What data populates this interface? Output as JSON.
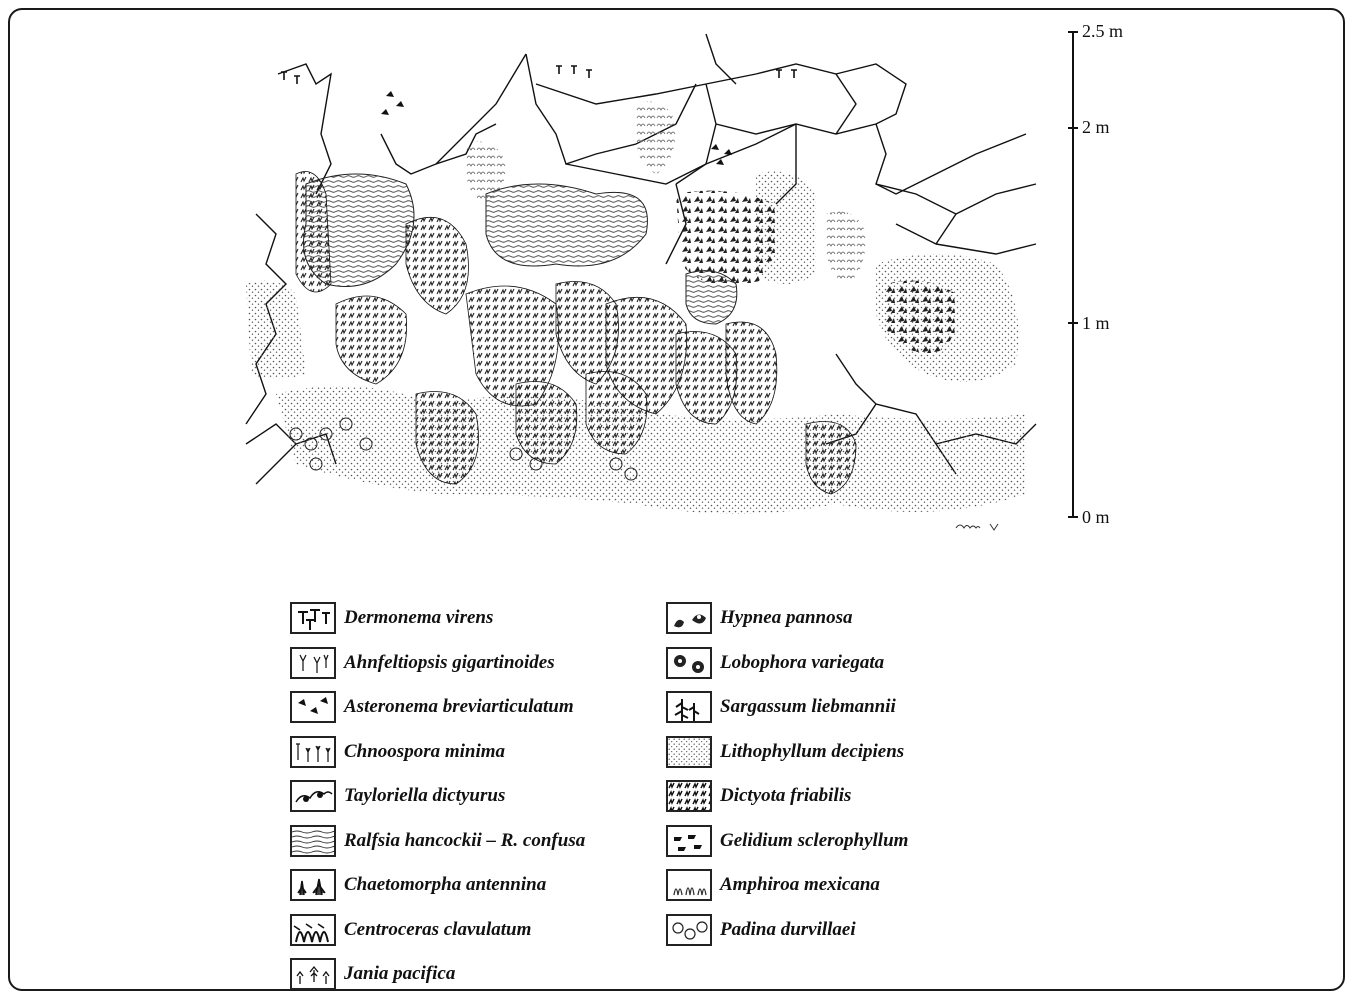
{
  "scale": {
    "labels": [
      "2.5 m",
      "2 m",
      "1 m",
      "0 m"
    ]
  },
  "legend": {
    "left": [
      {
        "label": "Dermonema virens",
        "icon": "dermonema-icon"
      },
      {
        "label": "Ahnfeltiopsis gigartinoides",
        "icon": "ahnfeltiopsis-icon"
      },
      {
        "label": "Asteronema breviarticulatum",
        "icon": "asteronema-icon"
      },
      {
        "label": "Chnoospora minima",
        "icon": "chnoospora-icon"
      },
      {
        "label": "Tayloriella dictyurus",
        "icon": "tayloriella-icon"
      },
      {
        "label": "Ralfsia hancockii – R. confusa",
        "icon": "ralfsia-icon"
      },
      {
        "label": "Chaetomorpha  antennina",
        "icon": "chaetomorpha-icon"
      },
      {
        "label": "Centroceras clavulatum",
        "icon": "centroceras-icon"
      },
      {
        "label": "Jania pacifica",
        "icon": "jania-icon"
      }
    ],
    "right": [
      {
        "label": "Hypnea pannosa",
        "icon": "hypnea-icon"
      },
      {
        "label": "Lobophora variegata",
        "icon": "lobophora-icon"
      },
      {
        "label": "Sargassum liebmannii",
        "icon": "sargassum-icon"
      },
      {
        "label": "Lithophyllum decipiens",
        "icon": "lithophyllum-icon"
      },
      {
        "label": "Dictyota friabilis",
        "icon": "dictyota-icon"
      },
      {
        "label": "Gelidium sclerophyllum",
        "icon": "gelidium-icon"
      },
      {
        "label": "Amphiroa mexicana",
        "icon": "amphiroa-icon"
      },
      {
        "label": "Padina durvillaei",
        "icon": "padina-icon"
      }
    ]
  },
  "colors": {
    "ink": "#111111",
    "stipple": "#555555",
    "background": "#ffffff"
  }
}
